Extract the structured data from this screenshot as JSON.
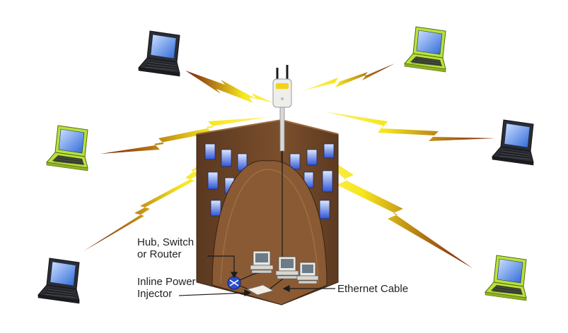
{
  "colors": {
    "laptop_dark": "#2b2d33",
    "laptop_green": "#b9e23a",
    "screen_blue": "#3d7fe0",
    "building_brown": "#6d4528",
    "building_dome": "#8a5a34",
    "lightning_yellow": "#f6e61e",
    "lightning_red": "#7a1a0a",
    "hub_blue": "#2a4fd0"
  },
  "icons": {
    "laptops": [
      "laptop-icon"
    ],
    "access_point": "access-point-icon",
    "hub": "hub-icon",
    "desktop": "desktop-computer-icon"
  },
  "labels": {
    "hub_line1": "Hub, Switch",
    "hub_line2": "or Router",
    "injector_line1": "Inline Power",
    "injector_line2": "Injector",
    "ethernet": "Ethernet Cable"
  }
}
